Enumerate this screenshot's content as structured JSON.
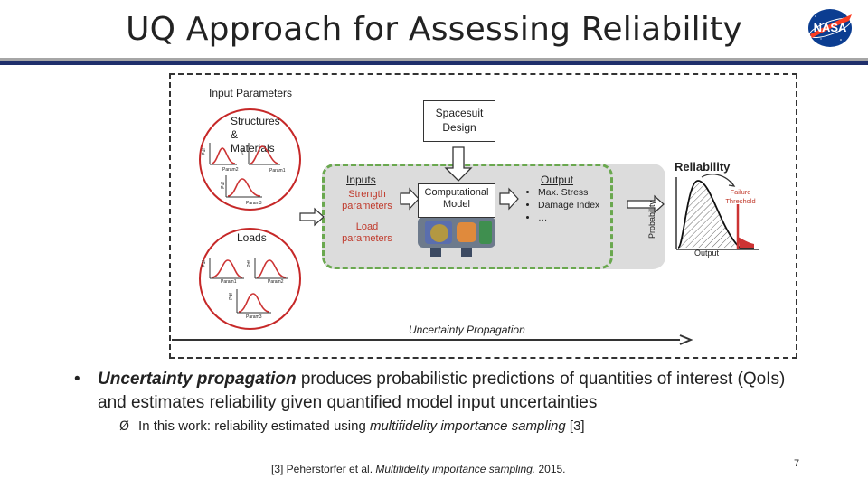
{
  "slide": {
    "title": "UQ Approach for Assessing Reliability",
    "page_number": "7"
  },
  "logo": {
    "text": "NASA",
    "colors": {
      "blue": "#0b3d91",
      "red": "#fc3d21"
    }
  },
  "diagram": {
    "input_parameters_label": "Input Parameters",
    "spacesuit_design_label": "Spacesuit Design",
    "structures_label": "Structures & Materials",
    "loads_label": "Loads",
    "inputs_heading": "Inputs",
    "strength_parameters": "Strength parameters",
    "load_parameters": "Load parameters",
    "computational_model": "Computational Model",
    "output_heading": "Output",
    "output_items": [
      "Max. Stress",
      "Damage Index",
      "…"
    ],
    "reliability_heading": "Reliability",
    "failure_threshold": "Failure Threshold",
    "probability_axis": "Probability",
    "output_axis": "Output",
    "uncertainty_propagation": "Uncertainty Propagation",
    "pdf_label": "Pdf",
    "param1": "Param1",
    "param2": "Param2",
    "param3": "Param3",
    "colors": {
      "green_dash": "#6aa84f",
      "red_circle": "#c62828",
      "red_pdf": "#cc3333"
    }
  },
  "bullets": {
    "main_emph": "Uncertainty propagation",
    "main_rest": " produces probabilistic predictions of quantities of interest (QoIs) and estimates reliability given quantified model input uncertainties",
    "sub_prefix": "In this work: reliability estimated using ",
    "sub_emph": "multifidelity importance sampling",
    "sub_suffix": " [3]",
    "arrow_glyph": "Ø"
  },
  "reference": {
    "prefix": "[3] Peherstorfer et al. ",
    "title": "Multifidelity importance sampling.",
    "year": " 2015."
  }
}
